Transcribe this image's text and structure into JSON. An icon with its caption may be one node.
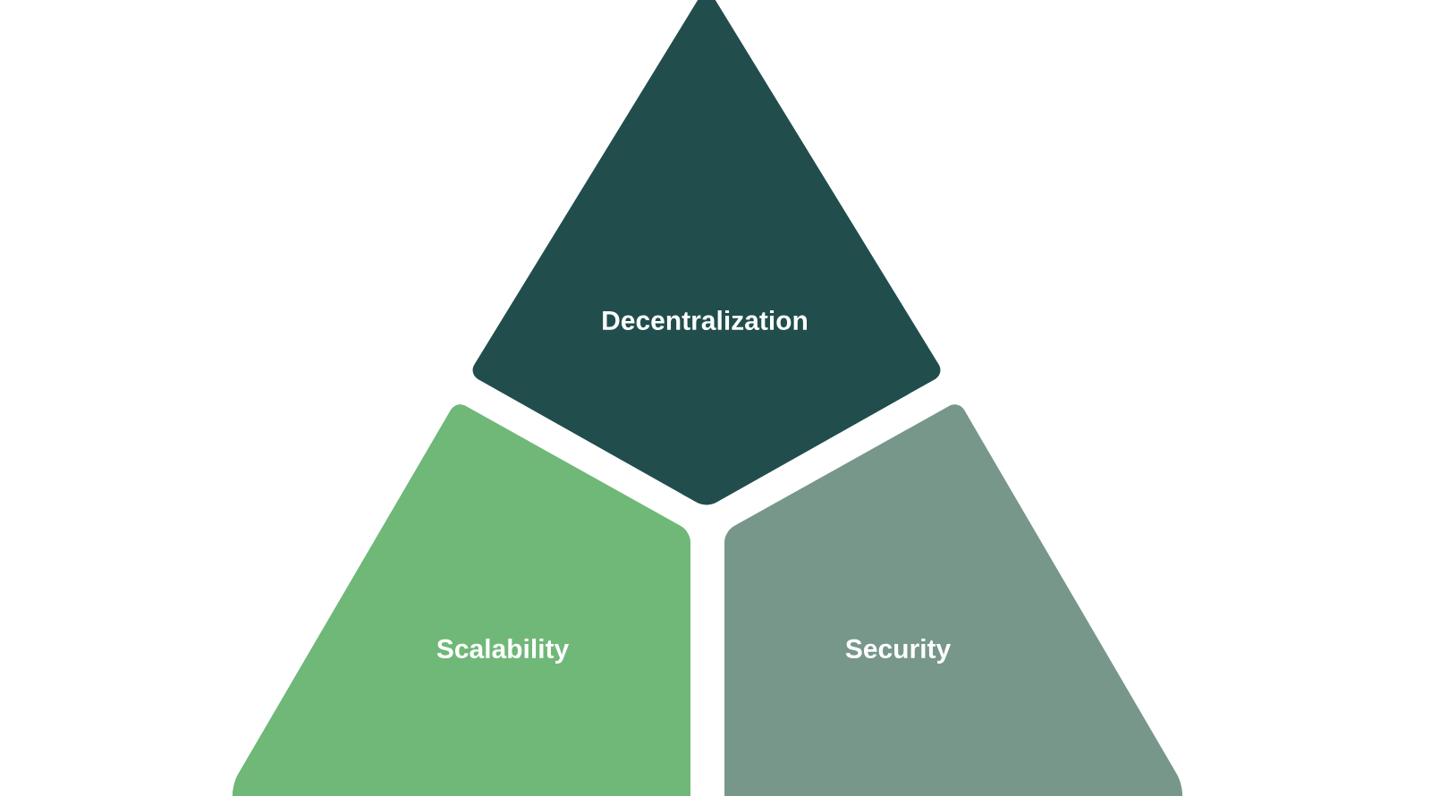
{
  "diagram": {
    "nodes": [
      {
        "text": [
          "Decentralization"
        ]
      },
      {
        "text": [
          "Scalability"
        ]
      },
      {
        "text": [
          "Security"
        ]
      }
    ]
  }
}
